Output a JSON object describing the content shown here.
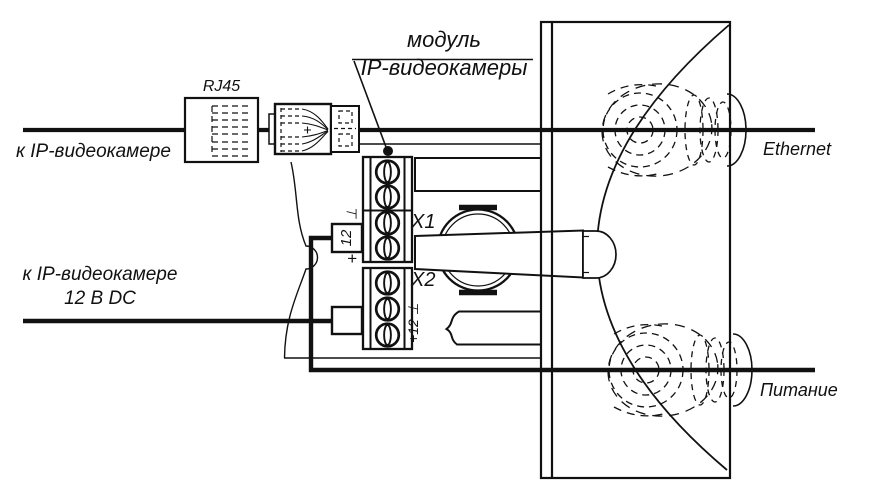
{
  "colors": {
    "ink": "#111111",
    "background": "#ffffff"
  },
  "labels": {
    "module_line1": "модуль",
    "module_line2": "IP-видеокамеры",
    "rj45": "RJ45",
    "to_ip_camera": "к IP-видеокамере",
    "to_ip_camera_power_1": "к IP-видеокамере",
    "to_ip_camera_power_2": "12 В DC",
    "ethernet": "Ethernet",
    "power": "Питание",
    "connector_x1": "X1",
    "connector_x2": "X2",
    "x1_terminal_ground": "⊥",
    "x1_terminal_12": "12",
    "x1_terminal_plus": "+",
    "x2_terminals": "+12 ⊥"
  }
}
